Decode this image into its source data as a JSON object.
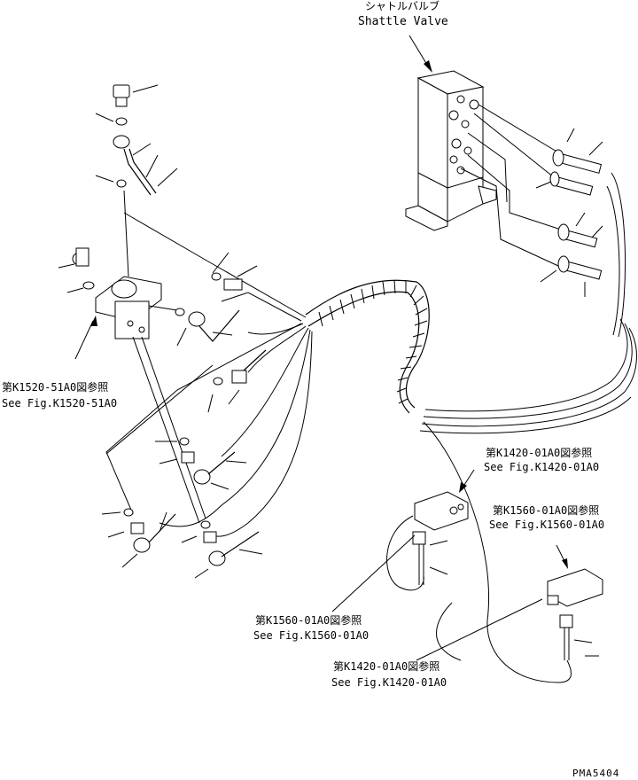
{
  "labels": {
    "shuttle_jp": "シャトルバルブ",
    "shuttle_en": "Shattle Valve",
    "ref1_jp": "第K1520-51A0図参照",
    "ref1_en": "See Fig.K1520-51A0",
    "ref2_jp": "第K1420-01A0図参照",
    "ref2_en": "See Fig.K1420-01A0",
    "ref3_jp": "第K1560-01A0図参照",
    "ref3_en": "See Fig.K1560-01A0",
    "ref4_jp": "第K1560-01A0図参照",
    "ref4_en": "See Fig.K1560-01A0",
    "ref5_jp": "第K1420-01A0図参照",
    "ref5_en": "See Fig.K1420-01A0",
    "drawing_no": "PMA5404"
  }
}
